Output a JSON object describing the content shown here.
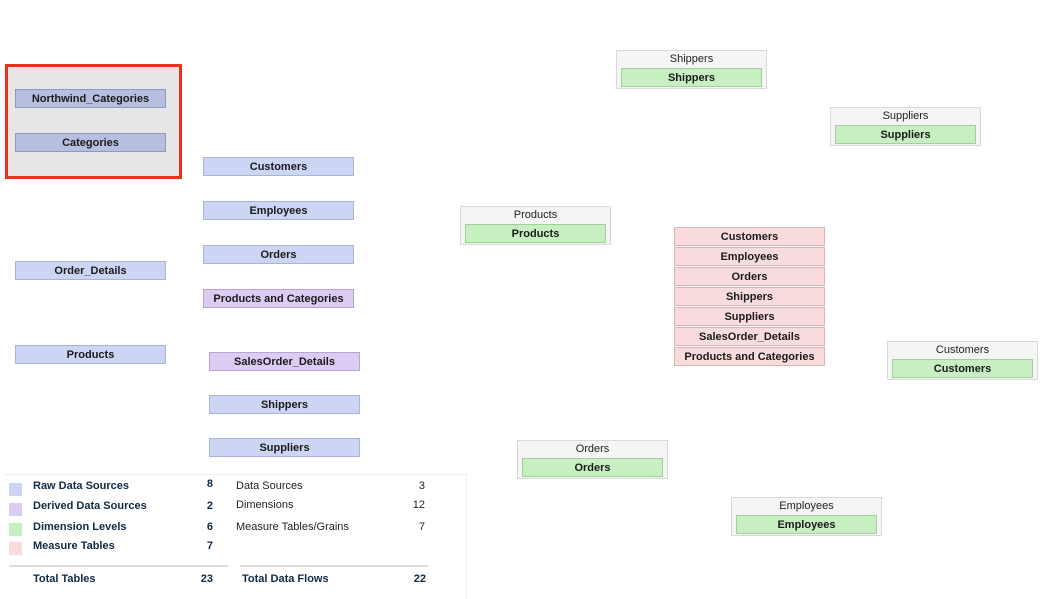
{
  "raw_sources": {
    "northwind_categories": "Northwind_Categories",
    "categories": "Categories",
    "order_details": "Order_Details",
    "products": "Products"
  },
  "flow_sources": {
    "customers": "Customers",
    "employees": "Employees",
    "orders": "Orders",
    "products_and_categories": "Products and Categories",
    "salesorder_details": "SalesOrder_Details",
    "shippers": "Shippers",
    "suppliers": "Suppliers"
  },
  "dimensions": {
    "shippers": {
      "title": "Shippers",
      "level": "Shippers"
    },
    "suppliers": {
      "title": "Suppliers",
      "level": "Suppliers"
    },
    "products": {
      "title": "Products",
      "level": "Products"
    },
    "customers": {
      "title": "Customers",
      "level": "Customers"
    },
    "orders": {
      "title": "Orders",
      "level": "Orders"
    },
    "employees": {
      "title": "Employees",
      "level": "Employees"
    }
  },
  "measure_tables": [
    "Customers",
    "Employees",
    "Orders",
    "Shippers",
    "Suppliers",
    "SalesOrder_Details",
    "Products and Categories"
  ],
  "colors": {
    "raw": "#cdd5f5",
    "raw_selected": "#b6bfdf",
    "derived": "#dcccf3",
    "level": "#c7efc2",
    "measure": "#f8dcdc",
    "selection_border": "#e8321e"
  },
  "legend": {
    "raw": {
      "label": "Raw Data Sources",
      "value": "8"
    },
    "derived": {
      "label": "Derived Data Sources",
      "value": "2"
    },
    "levels": {
      "label": "Dimension Levels",
      "value": "6"
    },
    "measures": {
      "label": "Measure Tables",
      "value": "7"
    },
    "total_tables": {
      "label": "Total Tables",
      "value": "23"
    }
  },
  "stats": {
    "data_sources": {
      "label": "Data Sources",
      "value": "3"
    },
    "dimensions": {
      "label": "Dimensions",
      "value": "12"
    },
    "measure_grains": {
      "label": "Measure Tables/Grains",
      "value": "7"
    },
    "total_flows": {
      "label": "Total Data Flows",
      "value": "22"
    }
  }
}
